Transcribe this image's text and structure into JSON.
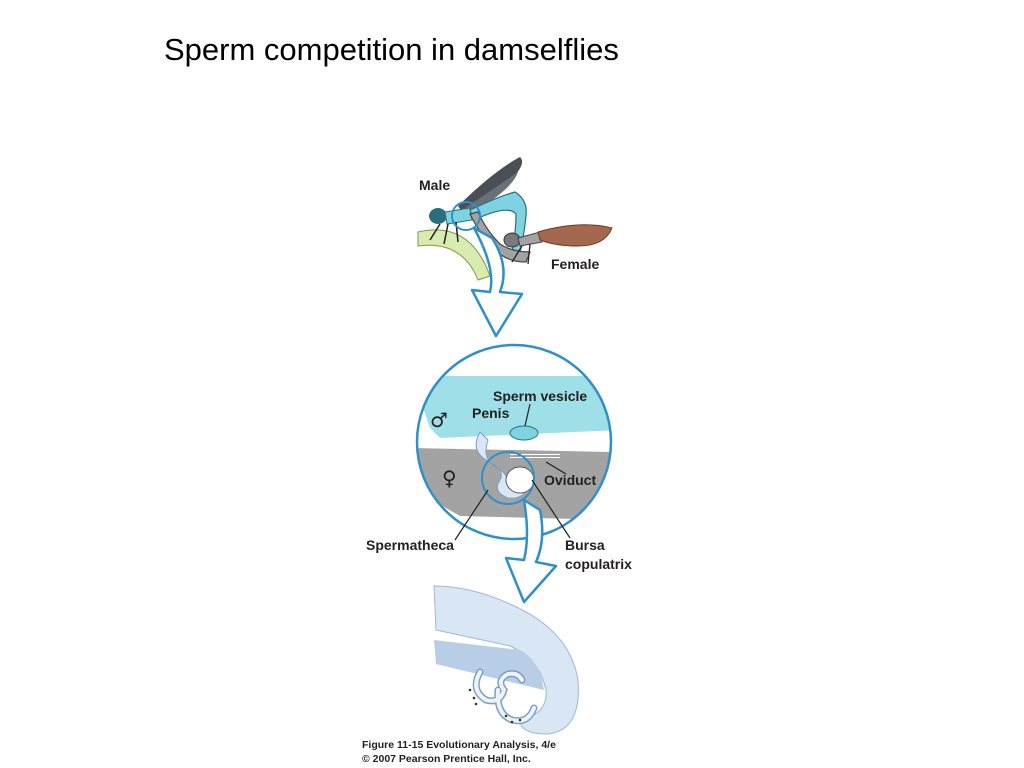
{
  "slide": {
    "title": "Sperm competition in damselflies"
  },
  "figure": {
    "labels": {
      "male": "Male",
      "female": "Female",
      "sperm_vesicle": "Sperm vesicle",
      "penis": "Penis",
      "oviduct": "Oviduct",
      "spermatheca": "Spermatheca",
      "bursa_line1": "Bursa",
      "bursa_line2": "copulatrix",
      "male_symbol": "♂",
      "female_symbol": "♀"
    },
    "caption": {
      "line1": "Figure 11-15  Evolutionary Analysis, 4/e",
      "line2": "© 2007 Pearson Prentice Hall, Inc."
    }
  },
  "colors": {
    "male_blue": "#7fd3e0",
    "female_gray": "#a3a3a3",
    "arrow_outline": "#2f8fc9",
    "female_wing": "#a3684e",
    "male_wing": "#4a4f55",
    "plant_green": "#d9ecb0",
    "pale_blue": "#d9e6f3"
  }
}
